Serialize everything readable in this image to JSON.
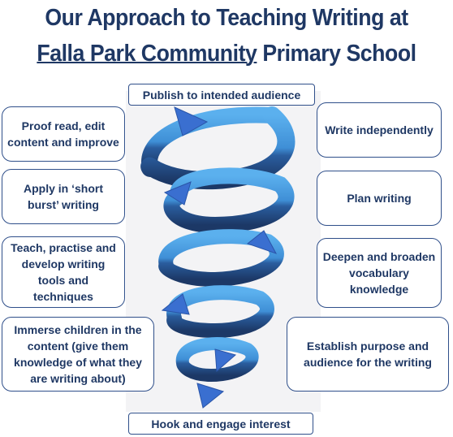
{
  "title": {
    "line1": "Our Approach to Teaching Writing at",
    "line2_underlined": "Falla Park Community",
    "line2_rest": " Primary School"
  },
  "steps": {
    "publish": "Publish to intended audience",
    "proofread": "Proof read, edit content and improve",
    "write_independently": "Write independently",
    "apply": "Apply in ‘short burst’ writing",
    "plan": "Plan writing",
    "teach": "Teach, practise and develop writing tools and techniques",
    "deepen": "Deepen and broaden vocabulary knowledge",
    "immerse": "Immerse children in the content (give them knowledge of what they are writing about)",
    "establish": "Establish purpose and audience for the writing",
    "hook": "Hook and engage interest"
  },
  "colors": {
    "title": "#1f3864",
    "box_border": "#2f4f8a",
    "spiral_light": "#4a9ee0",
    "spiral_dark": "#1f3c6e",
    "arrow": "#3a6fd0"
  }
}
